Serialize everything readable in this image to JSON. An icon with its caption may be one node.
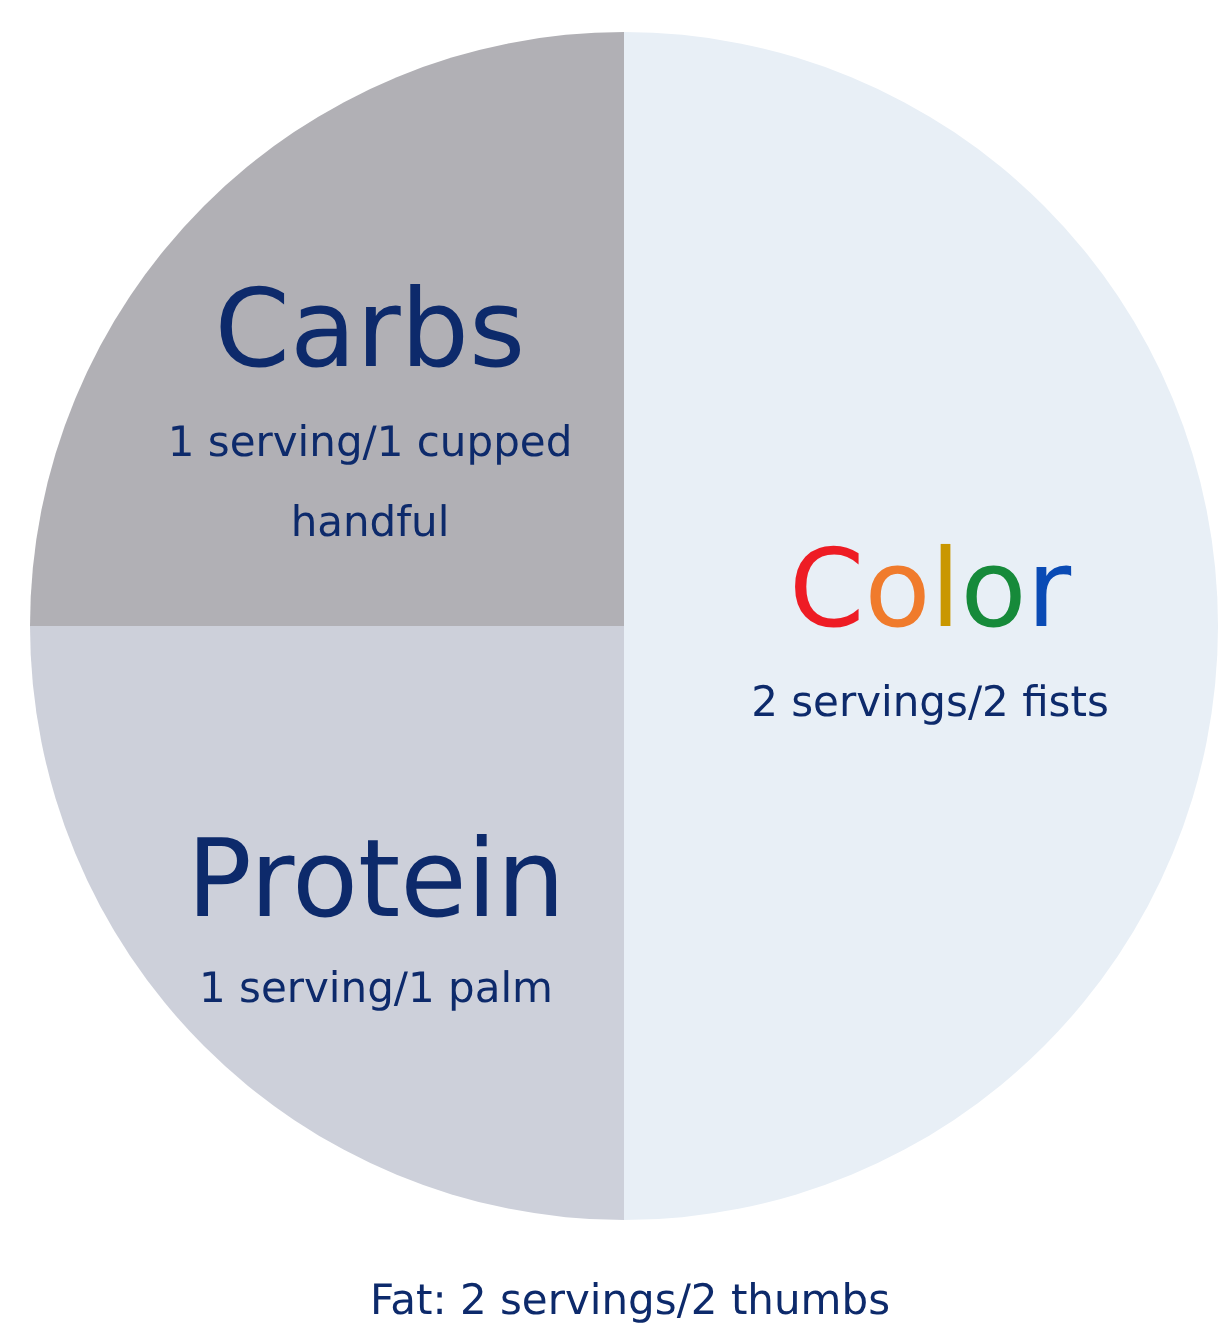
{
  "diagram": {
    "nodes": [
      {
        "text": [
          "Carbs",
          "1 serving/1 cupped handful"
        ]
      },
      {
        "text": [
          "Protein",
          "1 serving/1 palm"
        ]
      },
      {
        "text": [
          "Color",
          "2 servings/2 fists"
        ]
      }
    ],
    "labels": [
      "Fat: 2 servings/2 thumbs"
    ]
  }
}
